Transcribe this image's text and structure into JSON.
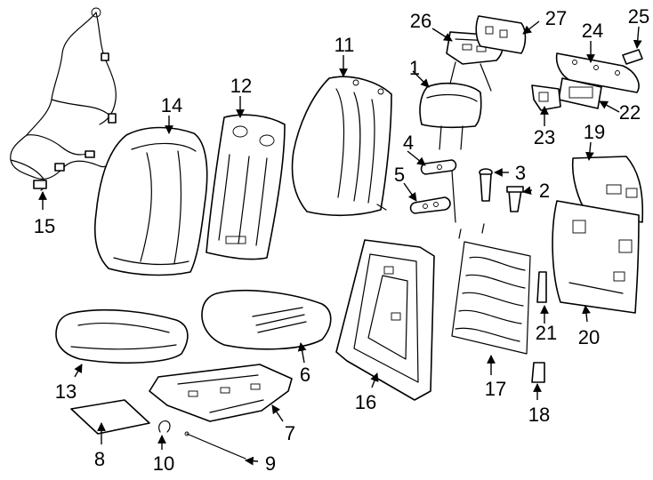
{
  "diagram": {
    "callouts": [
      "1",
      "2",
      "3",
      "4",
      "5",
      "6",
      "7",
      "8",
      "9",
      "10",
      "11",
      "12",
      "13",
      "14",
      "15",
      "16",
      "17",
      "18",
      "19",
      "20",
      "21",
      "22",
      "23",
      "24",
      "25",
      "26",
      "27"
    ],
    "colors": {
      "line": "#000000",
      "background": "#ffffff"
    },
    "arrowhead": "filled-triangle"
  }
}
